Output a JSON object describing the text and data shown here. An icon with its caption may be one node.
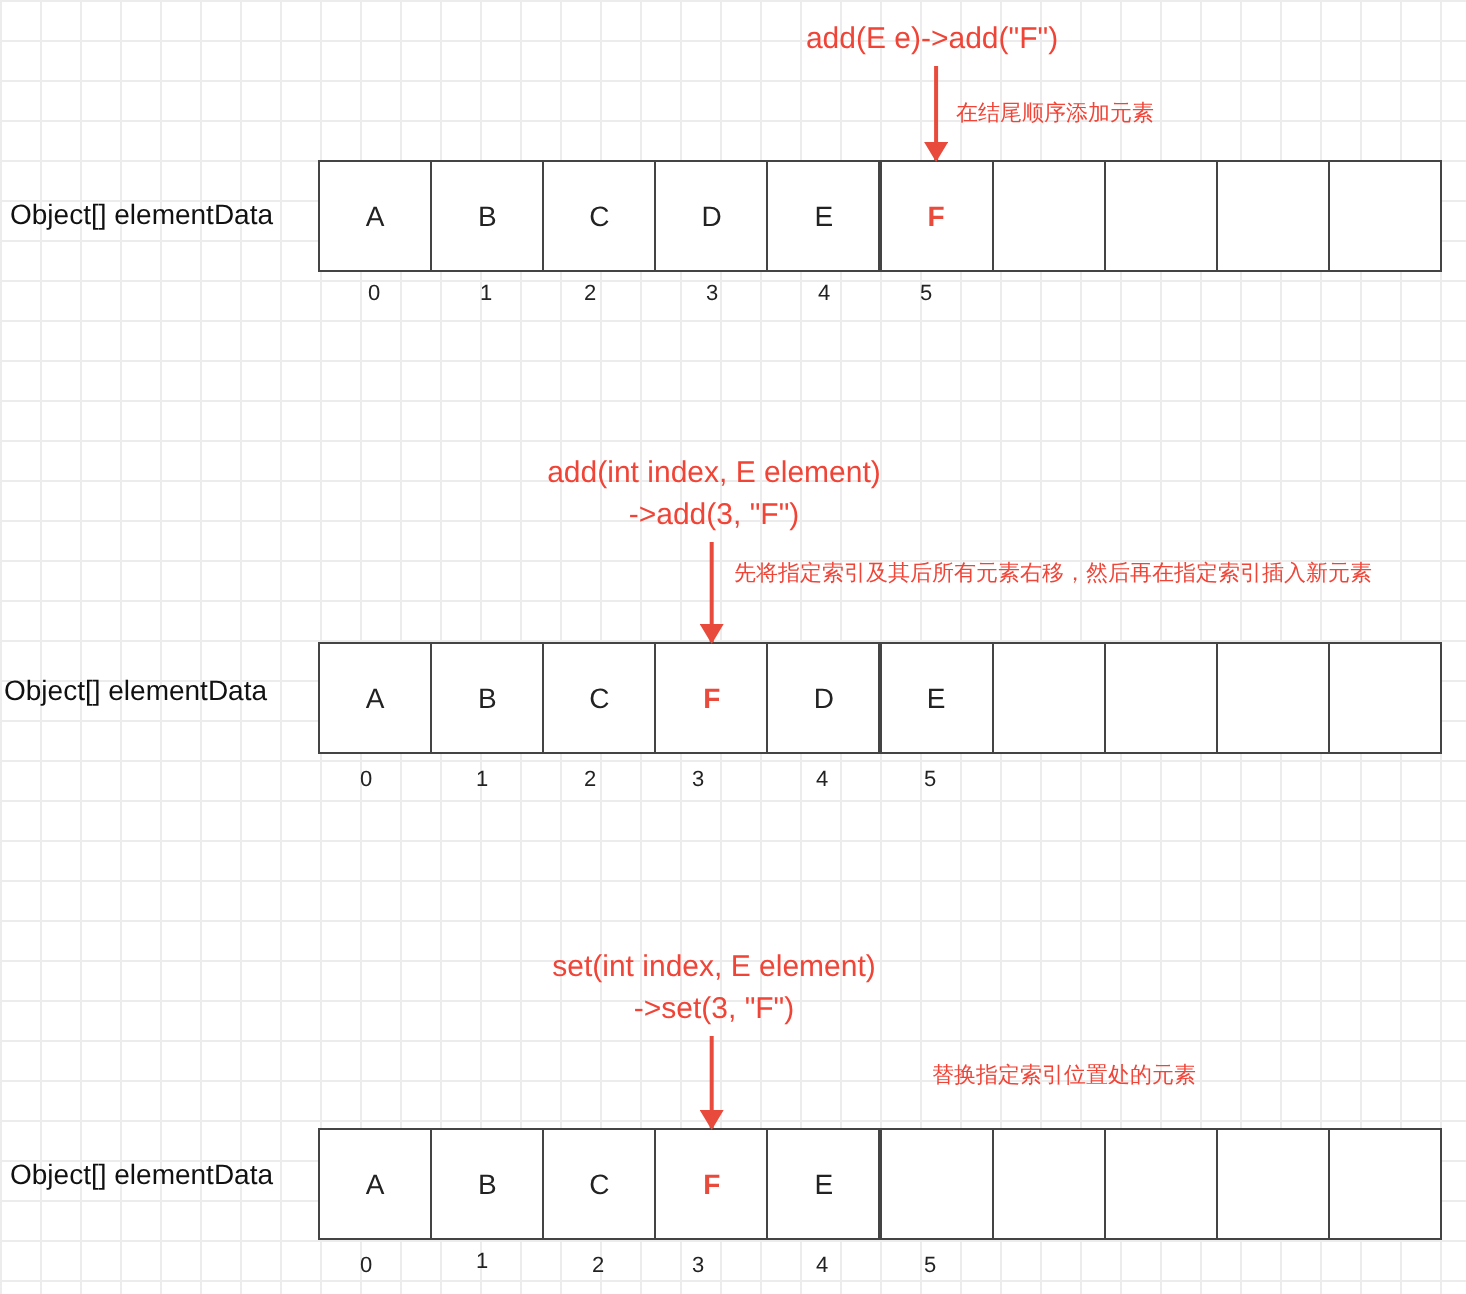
{
  "diagram": {
    "nodes": [
      {
        "text": [
          "add(E e)->add(\"F\")"
        ]
      },
      {
        "text": [
          "A"
        ]
      },
      {
        "text": [
          "B"
        ]
      },
      {
        "text": [
          "C"
        ]
      },
      {
        "text": [
          "D"
        ]
      },
      {
        "text": [
          "E"
        ]
      },
      {
        "text": [
          "F"
        ]
      },
      {
        "text": [],
        "shape": "box"
      },
      {
        "text": [],
        "shape": "box"
      },
      {
        "text": [],
        "shape": "box"
      },
      {
        "text": [],
        "shape": "box"
      },
      {
        "text": [
          "add(int index, E element) ->add(3, \"F\")"
        ]
      },
      {
        "text": [
          "A"
        ]
      },
      {
        "text": [
          "B"
        ]
      },
      {
        "text": [
          "C"
        ]
      },
      {
        "text": [
          "F"
        ]
      },
      {
        "text": [
          "D"
        ]
      },
      {
        "text": [
          "E"
        ]
      },
      {
        "text": [],
        "shape": "box"
      },
      {
        "text": [],
        "shape": "box"
      },
      {
        "text": [],
        "shape": "box"
      },
      {
        "text": [],
        "shape": "box"
      },
      {
        "text": [
          "set(int index, E element) ->set(3, \"F\")"
        ]
      },
      {
        "text": [
          "A"
        ]
      },
      {
        "text": [
          "B"
        ]
      },
      {
        "text": [
          "C"
        ]
      },
      {
        "text": [
          "F"
        ]
      },
      {
        "text": [
          "E"
        ]
      },
      {
        "text": [],
        "shape": "box"
      },
      {
        "text": [],
        "shape": "box"
      },
      {
        "text": [],
        "shape": "box"
      },
      {
        "text": [],
        "shape": "box"
      },
      {
        "text": [],
        "shape": "box"
      }
    ],
    "edges": [
      {
        "from": 0,
        "to": 6,
        "arrow": "to"
      },
      {
        "from": 11,
        "to": 15,
        "arrow": "to"
      },
      {
        "from": 22,
        "to": 26,
        "arrow": "to"
      }
    ],
    "labels": [
      "在结尾顺序添加元素",
      "Object[] elementData",
      "0",
      "1",
      "2",
      "3",
      "4",
      "5",
      "先将指定索引及其后所有元素右移，然后再在指定索引插入新元素",
      "Object[] elementData",
      "0",
      "1",
      "2",
      "3",
      "4",
      "5",
      "替换指定索引位置处的元素",
      "Object[] elementData",
      "0",
      "1",
      "2",
      "3",
      "4",
      "5"
    ]
  }
}
